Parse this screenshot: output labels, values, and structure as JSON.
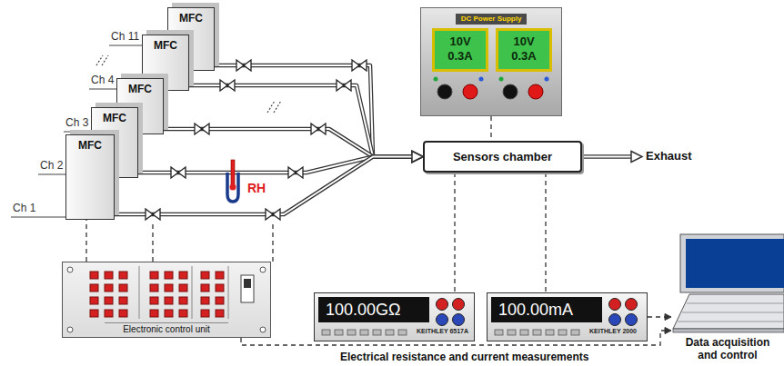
{
  "diagram": {
    "nodes": [
      {
        "text": [
          "MFC"
        ]
      },
      {
        "text": [
          "MFC"
        ]
      },
      {
        "text": [
          "MFC"
        ]
      },
      {
        "text": [
          "MFC"
        ]
      },
      {
        "text": [
          "MFC"
        ]
      },
      {
        "text": [
          "DC Power Supply"
        ]
      },
      {
        "text": [
          "10V",
          "0.3A"
        ],
        "in": 5
      },
      {
        "text": [
          "10V",
          "0.3A"
        ],
        "in": 5
      },
      {
        "text": [
          "Sensors chamber"
        ]
      },
      {
        "text": [
          "Electronic control unit"
        ]
      },
      {
        "text": [
          "100.00GΩ",
          "KEITHLEY 6517A"
        ]
      },
      {
        "text": [
          "100.00mA",
          "KEITHLEY 2000"
        ]
      },
      {
        "text": [
          "Data acquisition and control"
        ]
      }
    ],
    "edges": [
      {
        "from": 0,
        "to": 8,
        "arrow": "to"
      },
      {
        "from": 1,
        "to": 8,
        "arrow": "to"
      },
      {
        "from": 2,
        "to": 8,
        "arrow": "to"
      },
      {
        "from": 3,
        "to": 8,
        "arrow": "to"
      },
      {
        "from": 4,
        "to": 8,
        "arrow": "to"
      },
      {
        "from": 5,
        "to": 8,
        "arrow": "none"
      },
      {
        "from": 8,
        "to": 10,
        "arrow": "none"
      },
      {
        "from": 8,
        "to": 11,
        "arrow": "none"
      },
      {
        "from": 9,
        "to": 4,
        "arrow": "none"
      },
      {
        "from": 9,
        "to": 12,
        "arrow": "to"
      },
      {
        "from": 11,
        "to": 12,
        "arrow": "to"
      }
    ],
    "labels": [
      "Ch 11",
      "Ch 4",
      "Ch 3",
      "Ch 2",
      "Ch 1",
      "RH",
      "Exhaust",
      "Electrical resistance and current measurements"
    ]
  }
}
